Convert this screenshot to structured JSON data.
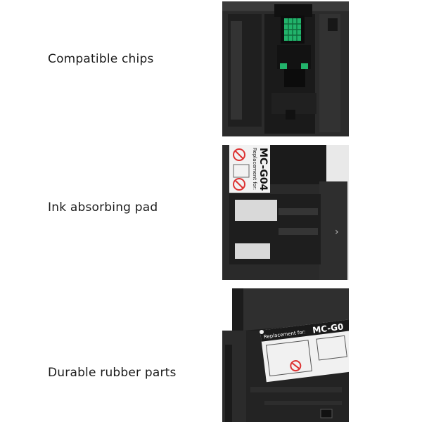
{
  "features": [
    {
      "label": "Compatible chips"
    },
    {
      "label": "Ink absorbing pad"
    },
    {
      "label": "Durable rubber parts"
    }
  ],
  "product_labels": {
    "pad_label_top": "Replacement for:",
    "pad_label_model": "MC-G04",
    "cartridge_label_top": "Replacement for:",
    "cartridge_label_model": "MC-G0"
  },
  "colors": {
    "background": "#ffffff",
    "text": "#1b1b1b",
    "housing": "#262626",
    "chip": "#22b36b"
  }
}
